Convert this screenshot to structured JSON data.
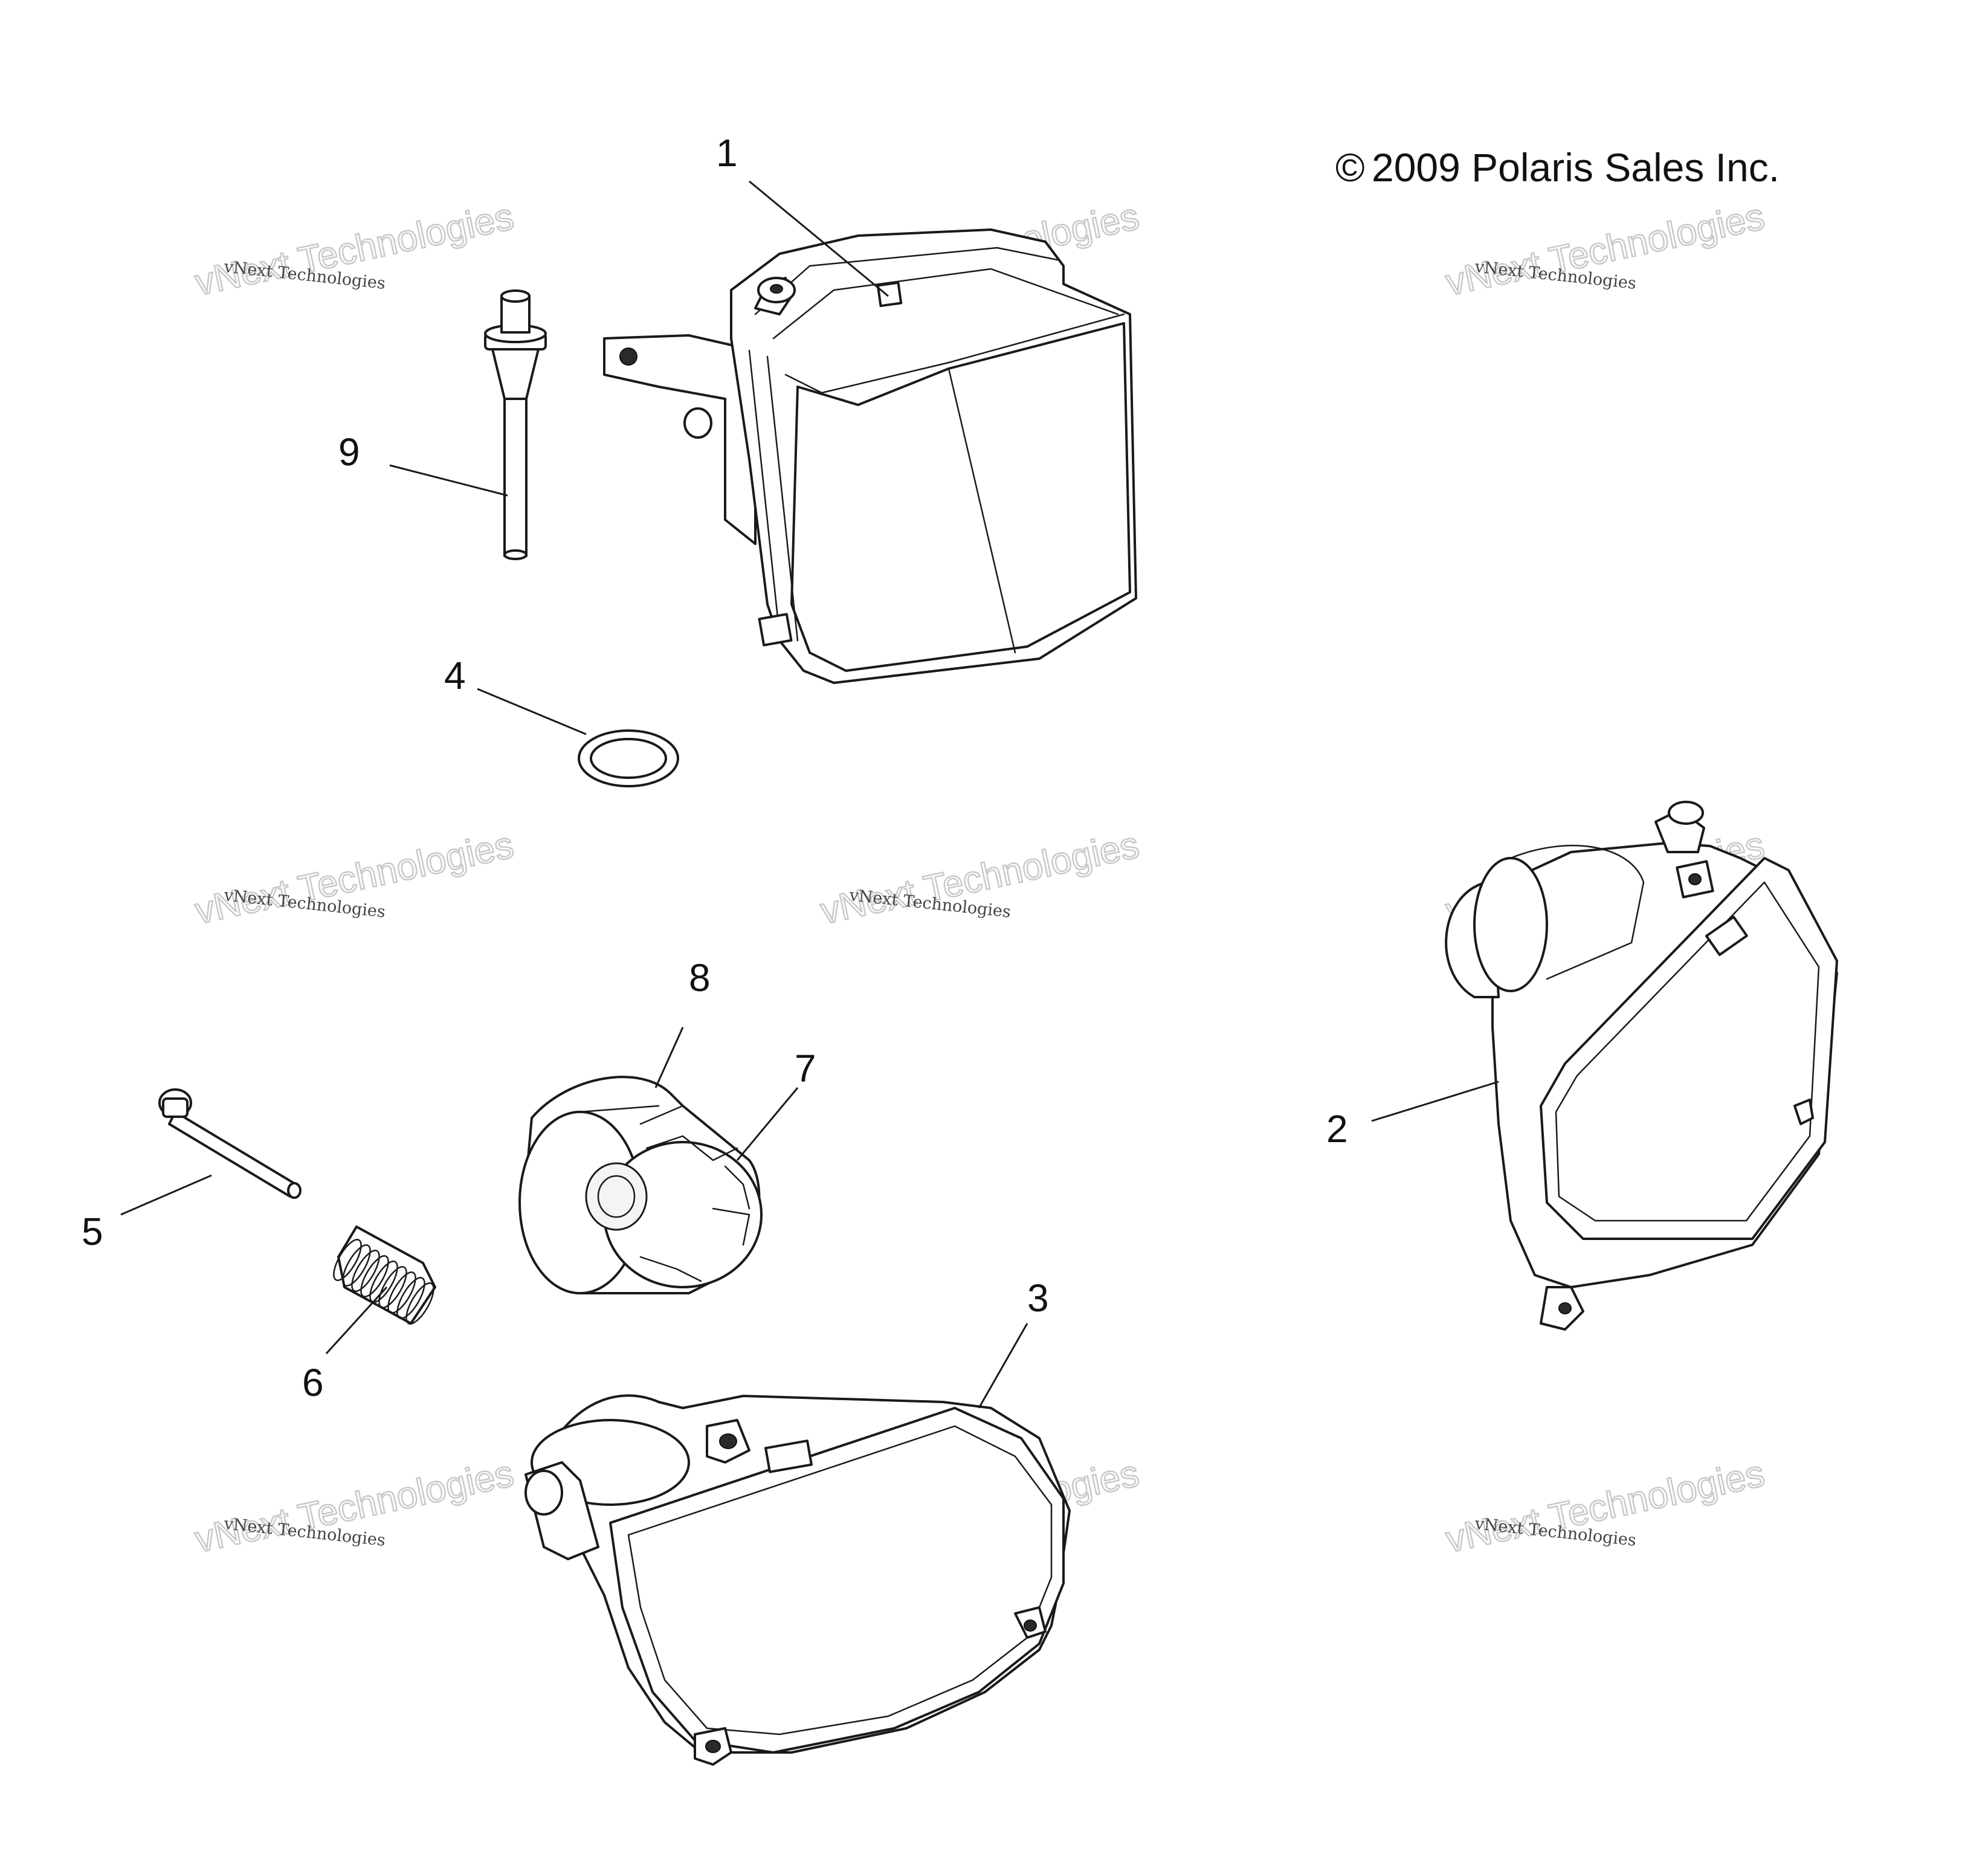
{
  "copyright": "2009 Polaris Sales Inc.",
  "copyright_symbol": "©",
  "watermark": {
    "small": "vNext Technologies",
    "big": "vNext Technologies"
  },
  "callouts": [
    {
      "id": "1",
      "label": "1"
    },
    {
      "id": "2",
      "label": "2"
    },
    {
      "id": "3",
      "label": "3"
    },
    {
      "id": "4",
      "label": "4"
    },
    {
      "id": "5",
      "label": "5"
    },
    {
      "id": "6",
      "label": "6"
    },
    {
      "id": "7",
      "label": "7"
    },
    {
      "id": "8",
      "label": "8"
    },
    {
      "id": "9",
      "label": "9"
    }
  ]
}
